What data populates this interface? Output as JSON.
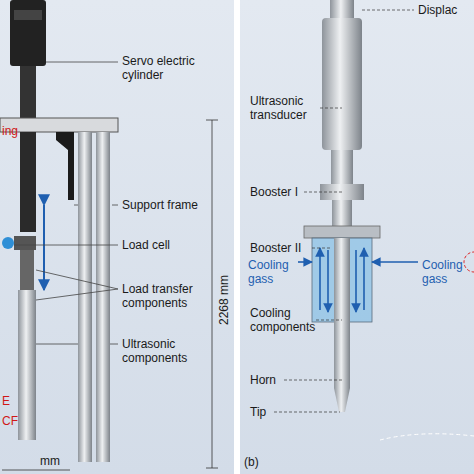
{
  "diagram": {
    "labels": [
      "Servo electric cylinder",
      "ing",
      "Support frame",
      "Load cell",
      "Load transfer components",
      "Ultrasonic components",
      "2268 mm",
      "E",
      "CF",
      "mm",
      "Displac",
      "Ultrasonic transducer",
      "Booster I",
      "Booster II",
      "Cooling gass",
      "Cooling gass",
      "Cooling components",
      "Horn",
      "Tip",
      "(b)"
    ]
  }
}
